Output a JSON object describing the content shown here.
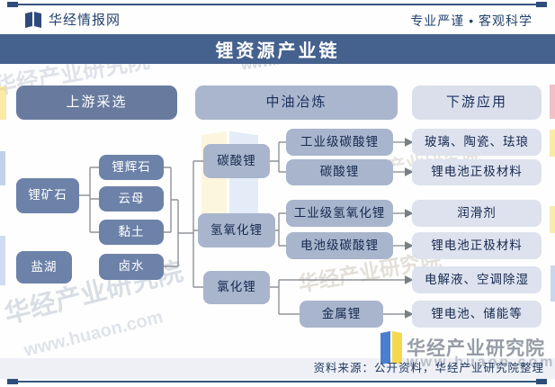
{
  "header": {
    "brand": "华经情报网",
    "slogan": "专业严谨 • 客观科学",
    "title": "锂资源产业链"
  },
  "stages": {
    "upstream": "上游采选",
    "midstream": "中油冶炼",
    "downstream": "下游应用"
  },
  "chain": {
    "ores": [
      "锂矿石",
      "盐湖"
    ],
    "raw_materials": [
      "锂辉石",
      "云母",
      "黏土",
      "卤水"
    ],
    "compounds": [
      "碳酸锂",
      "氢氧化锂",
      "氯化锂"
    ],
    "refined_products": [
      "工业级碳酸锂",
      "碳酸锂",
      "工业级氢氧化锂",
      "电池级碳酸锂",
      "金属锂"
    ],
    "applications": [
      "玻璃、陶瓷、珐琅",
      "锂电池正极材料",
      "润滑剂",
      "锂电池正极材料",
      "电解液、空调除湿",
      "锂电池、储能等"
    ]
  },
  "footer": {
    "source_note": "资料来源：公开资料，华经产业研究院整理",
    "brand": "华经产业研究院"
  },
  "watermark": {
    "brand": "华经产业研究院",
    "url": "www.huaon.com",
    "url_short": "www.huaon.c"
  },
  "colors": {
    "title_bar": "#45618e",
    "navy_text": "#1f3864",
    "dark_node": "#6d82a9",
    "mid_node": "#a8b5cc",
    "light_node": "#dde2ee",
    "connector": "#8f9398",
    "logo_blue": "#4a7fd0",
    "logo_yellow": "#f6d84f"
  }
}
